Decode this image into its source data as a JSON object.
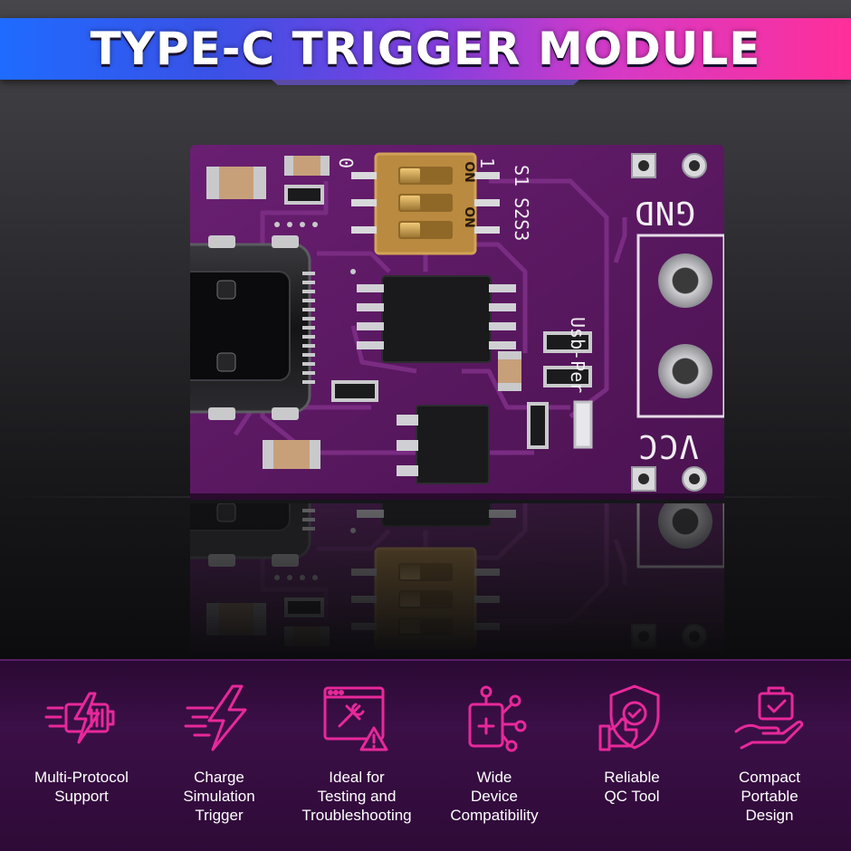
{
  "banner": {
    "title": "TYPE-C TRIGGER MODULE"
  },
  "board": {
    "silkscreen": {
      "gnd": "GND",
      "vcc": "VCC",
      "usb_per": "Usb-Per",
      "switch_ids": "S1 S2S3",
      "switch_on": "ON",
      "switch_zero": "0",
      "switch_one": "1"
    }
  },
  "colors": {
    "accent": "#e8289a",
    "board": "#5a1a60",
    "banner_left": "#1f6bff",
    "banner_right": "#ff2f9a"
  },
  "features": [
    {
      "icon": "fast-charging-battery-icon",
      "label": "Multi-Protocol\nSupport"
    },
    {
      "icon": "lightning-bolt-icon",
      "label": "Charge\nSimulation\nTrigger"
    },
    {
      "icon": "browser-tools-warning-icon",
      "label": "Ideal for\nTesting and\nTroubleshooting"
    },
    {
      "icon": "device-network-icon",
      "label": "Wide\nDevice\nCompatibility"
    },
    {
      "icon": "shield-thumbs-up-icon",
      "label": "Reliable\nQC Tool"
    },
    {
      "icon": "hand-with-box-icon",
      "label": "Compact\nPortable\nDesign"
    }
  ]
}
